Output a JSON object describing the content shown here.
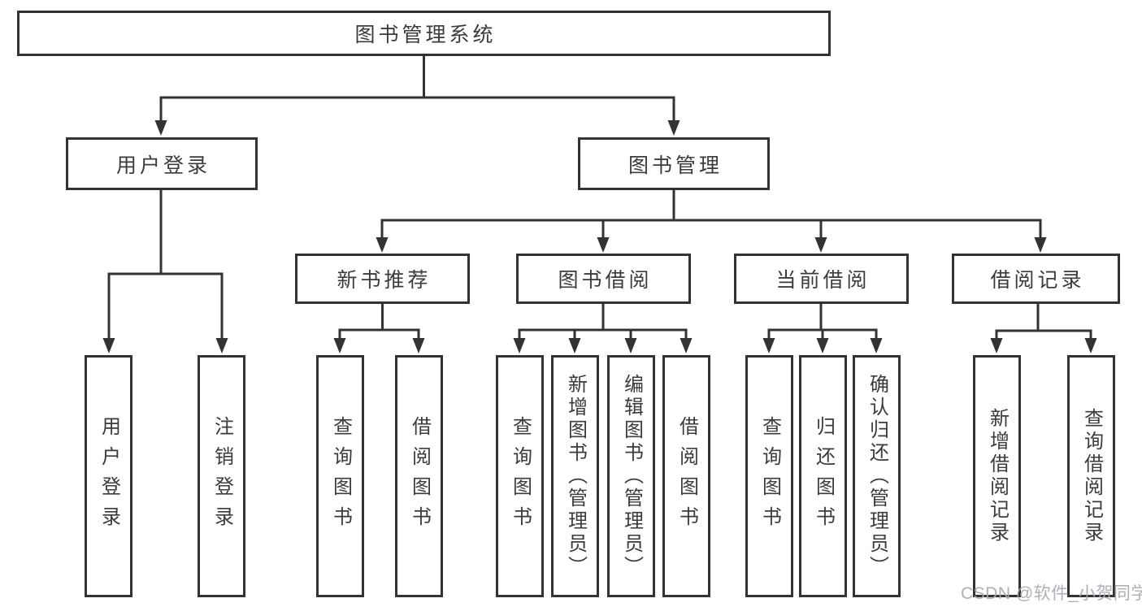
{
  "diagram": {
    "root": {
      "label": "图书管理系统"
    },
    "level2": [
      {
        "label": "用户登录"
      },
      {
        "label": "图书管理"
      }
    ],
    "level3": [
      {
        "label": "新书推荐"
      },
      {
        "label": "图书借阅"
      },
      {
        "label": "当前借阅"
      },
      {
        "label": "借阅记录"
      }
    ],
    "leaves": {
      "user_login": [
        "用户登录",
        "注销登录"
      ],
      "new_books": [
        "查询图书",
        "借阅图书"
      ],
      "borrow": [
        "查询图书",
        "新增图书（管理员）",
        "编辑图书（管理员）",
        "借阅图书"
      ],
      "current": [
        "查询图书",
        "归还图书",
        "确认归还（管理员）"
      ],
      "records": [
        "新增借阅记录",
        "查询借阅记录"
      ]
    }
  },
  "watermark": {
    "text": "CSDN @软件_小贺同学"
  },
  "colors": {
    "line": "#333333",
    "box_border": "#333333",
    "text": "#3b3b3b",
    "watermark": "#a8a8b2",
    "background": "#ffffff"
  }
}
